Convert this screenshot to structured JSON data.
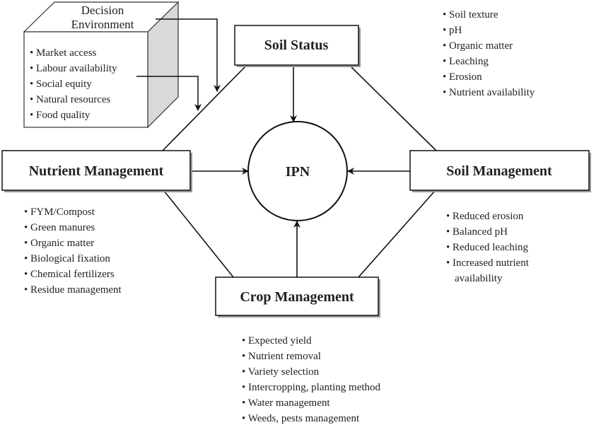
{
  "decision_environment": {
    "title_line1": "Decision",
    "title_line2": "Environment",
    "items": [
      "Market access",
      "Labour availability",
      "Social equity",
      "Natural resources",
      "Food quality"
    ]
  },
  "soil_status": {
    "title": "Soil Status",
    "items": [
      "Soil texture",
      "pH",
      "Organic matter",
      "Leaching",
      "Erosion",
      "Nutrient availability"
    ]
  },
  "center": {
    "label": "IPN"
  },
  "nutrient_management": {
    "title": "Nutrient Management",
    "items": [
      "FYM/Compost",
      "Green manures",
      "Organic matter",
      "Biological fixation",
      "Chemical fertilizers",
      "Residue management"
    ]
  },
  "soil_management": {
    "title": "Soil Management",
    "items": [
      "Reduced erosion",
      "Balanced pH",
      "Reduced leaching",
      "Increased nutrient",
      "availability"
    ]
  },
  "crop_management": {
    "title": "Crop Management",
    "items": [
      "Expected yield",
      "Nutrient removal",
      "Variety selection",
      "Intercropping, planting method",
      "Water management",
      "Weeds, pests management"
    ]
  },
  "colors": {
    "line": "#111111",
    "shade": "#d9d9d9"
  }
}
